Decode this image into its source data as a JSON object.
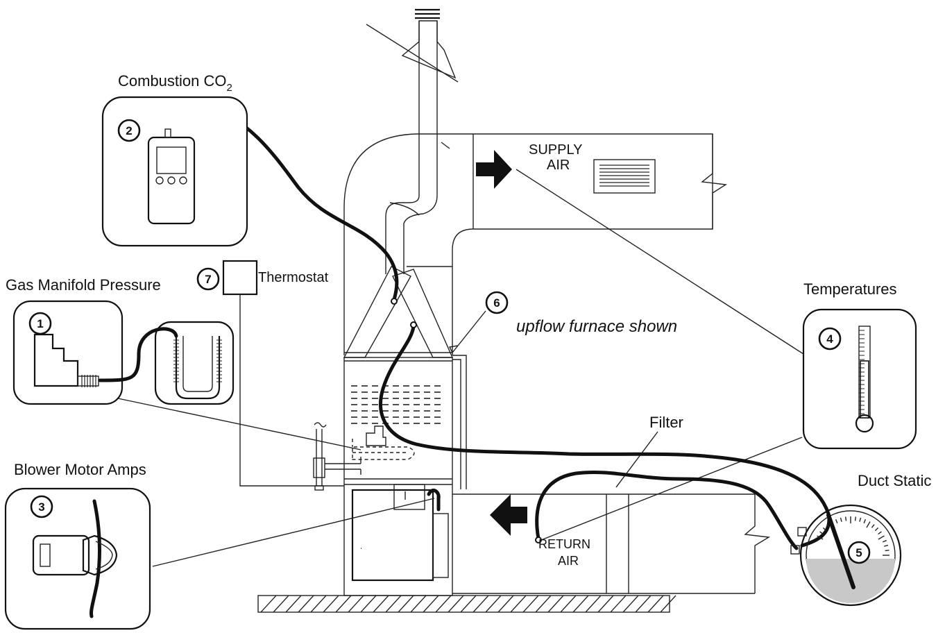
{
  "labels": {
    "combustion_pre": "Combustion CO",
    "combustion_sub": "2",
    "gas_manifold": "Gas Manifold Pressure",
    "blower_motor": "Blower Motor Amps",
    "thermostat": "Thermostat",
    "temperatures": "Temperatures",
    "duct_static": "Duct Static",
    "supply_air_1": "SUPPLY",
    "supply_air_2": "AIR",
    "return_air_1": "RETURN",
    "return_air_2": "AIR",
    "filter": "Filter",
    "upflow_note": "upflow furnace shown"
  },
  "callouts": [
    "1",
    "2",
    "3",
    "4",
    "5",
    "6",
    "7"
  ]
}
